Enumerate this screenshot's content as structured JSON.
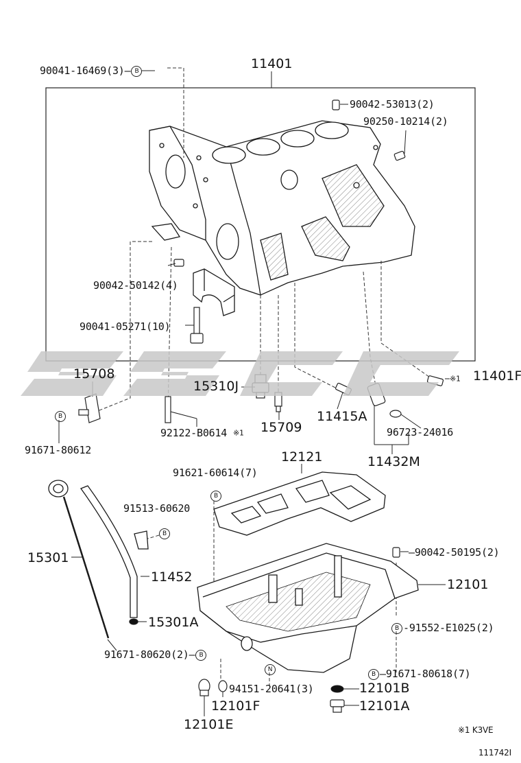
{
  "labels": {
    "block_assy": "11401",
    "bolt_top": "90041-16469(3)",
    "pin_53013": "90042-53013(2)",
    "plug_10214": "90250-10214(2)",
    "pin_50142": "90042-50142(4)",
    "bolt_05271": "90041-05271(10)",
    "plate": "15708",
    "screw_80612": "91671-80612",
    "switch_15310j": "15310J",
    "stud_b0614": "92122-B0614",
    "jet_15709": "15709",
    "plug_11415a": "11415A",
    "plug_11401f": "11401F",
    "ring_24016": "96723-24016",
    "sleeve_11432m": "11432M",
    "gasket_12121": "12121",
    "bolt_60614": "91621-60614(7)",
    "bolt_60620": "91513-60620",
    "gauge_15301": "15301",
    "guide_11452": "11452",
    "oring_15301a": "15301A",
    "bolt_80620": "91671-80620(2)",
    "pan_12101": "12101",
    "pin_50195": "90042-50195(2)",
    "bolt_e1025": "91552-E1025(2)",
    "bolt_80618": "91671-80618(7)",
    "gasket_12101b": "12101B",
    "plug_12101a": "12101A",
    "stud_20641": "94151-20641(3)",
    "gasket_12101f": "12101F",
    "plug_12101e": "12101E",
    "engine_note": "※1 K3VE",
    "figure_code": "111742I"
  },
  "markers": {
    "b": "B",
    "n": "N",
    "ref1": "※1"
  },
  "watermark": {
    "text": "LSSC",
    "color": "#c8c8c8"
  }
}
